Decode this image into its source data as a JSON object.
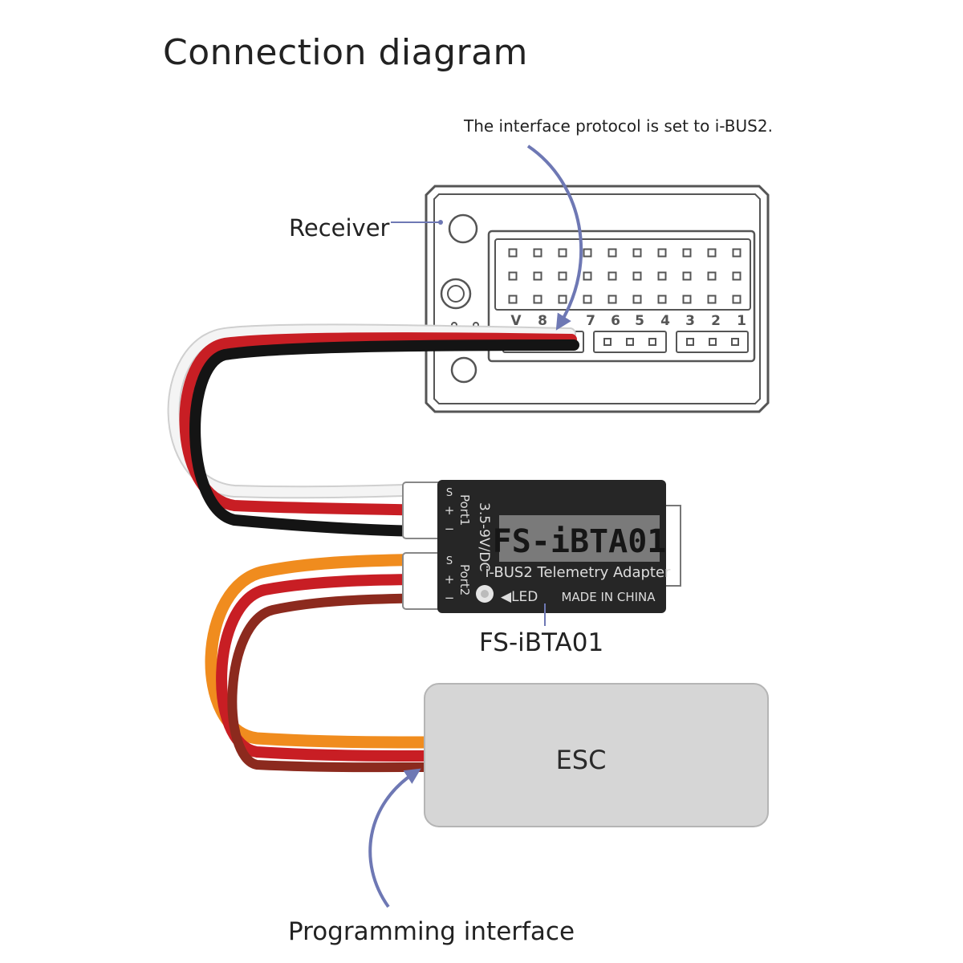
{
  "title": "Connection diagram",
  "callouts": {
    "protocol": "The interface protocol is set to i-BUS2.",
    "receiver": "Receiver",
    "adapter": "FS-iBTA01",
    "programming": "Programming interface"
  },
  "receiver": {
    "channel_labels": [
      "V",
      "8",
      "7",
      "6",
      "5",
      "4",
      "3",
      "2",
      "1"
    ]
  },
  "adapter": {
    "model": "FS-iBTA01",
    "subtitle": "i-BUS2 Telemetry Adapter",
    "voltage": "3.5-9V/DC",
    "origin": "MADE IN CHINA",
    "led_label": "◀LED",
    "port1_label": "Port1",
    "port2_label": "Port2",
    "pin_s": "S",
    "pin_plus": "+",
    "pin_minus": "−"
  },
  "esc": {
    "label": "ESC"
  },
  "colors": {
    "arrow": "#6e78b4",
    "wire_red": "#c81e24",
    "wire_black": "#141414",
    "wire_white": "#f4f4f4",
    "wire_orange": "#f08c1e",
    "wire_dark_red": "#8c2a1e",
    "receiver_outline": "#555555",
    "adapter_body": "#262626",
    "esc_fill": "#d6d6d6"
  }
}
